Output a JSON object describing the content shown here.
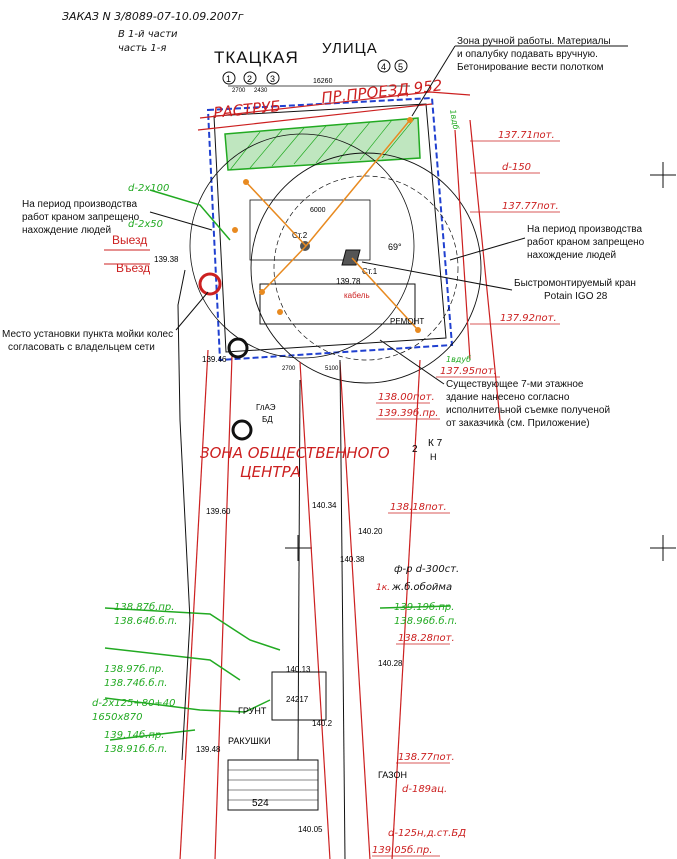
{
  "header": {
    "order_line": "ЗАКАЗ N 3/8089-07-10.09.2007г",
    "volume_line": "В 1-й части",
    "part_line": "часть 1-я"
  },
  "streets": {
    "street_a": "ТКАЦКАЯ",
    "street_b": "УЛИЦА",
    "passage": "ПР.ПРОЕЗД 952",
    "rastrub": "РАСТРУБ",
    "public_center_1": "ЗОНА ОБЩЕСТВЕННОГО",
    "public_center_2": "ЦЕНТРА"
  },
  "notes": {
    "manual_zone": [
      "Зона ручной работы. Материалы",
      "и опалубку подавать вручную.",
      "Бетонирование вести полотком"
    ],
    "crane_ban_left": [
      "На период производства",
      "работ краном запрещено",
      "нахождение людей"
    ],
    "crane_ban_right": [
      "На период производства",
      "работ краном запрещено",
      "нахождение людей"
    ],
    "crane_type": [
      "Быстромонтируемый кран",
      "Potain IGO 28"
    ],
    "wash_site": [
      "Место установки пункта мойки колес",
      "согласовать с владельцем сети"
    ],
    "existing_building": [
      "Существующее 7-ми этажное",
      "здание нанесено согласно",
      "исполнительной съемке полученой",
      "от заказчика (см. Приложение)"
    ]
  },
  "elevations": {
    "e1": "137.71пот.",
    "e2": "d-150",
    "e3": "137.77пот.",
    "e4": "137.92пот.",
    "e5": "137.95пот.",
    "e6": "138.00пот.",
    "e7": "139.39б.пр.",
    "e8": "138.18пот.",
    "e9": "138.28пот.",
    "e10": "138.77пот.",
    "e11": "139.05б.пр.",
    "e12": "d-189ац.",
    "e13": "d-125н,д.ст.БД",
    "e14": "ф-р d-300ст.",
    "e15": "ж.б.обойма",
    "e16": "1к."
  },
  "green_labels": {
    "g1": "138.87б.пр.",
    "g2": "138.64б.б.п.",
    "g3": "138.97б.пр.",
    "g4": "138.74б.б.п.",
    "g5": "d-2х125+80+40",
    "g6": "1650х870",
    "g7": "139.14б.пр.",
    "g8": "138.91б.б.п.",
    "g9": "139.19б.пр.",
    "g10": "138.96б.б.п.",
    "g11": "d-2х100",
    "g12": "d-2х50",
    "g13": "1вдуб",
    "g14": "1вдб"
  },
  "map_text": {
    "exit1": "Выезд",
    "exit2": "Въезд",
    "st1": "Ст.1",
    "st2": "Ст.2",
    "dim_16260": "16260",
    "dim_6000": "6000",
    "dim_2700": "2700",
    "dim_2430": "2430",
    "dim_5100": "5100",
    "dim_2700b": "2700",
    "cab": "кабель",
    "remont": "РЕМОНТ",
    "gruntx": "ГРУНТ",
    "rakushki": "РАКУШКИ",
    "gazon": "ГАЗОН",
    "num_524": "524",
    "num_24217": "24217",
    "angle_69": "69°",
    "bd": "БД",
    "glavd": "ГлАЭ",
    "num_2": "2",
    "k7": "К 7",
    "h": "Н",
    "v13978": "139.78",
    "v13946": "139.46",
    "v13960": "139.60",
    "v14034": "140.34",
    "v14020": "140.20",
    "v14038": "140.38",
    "v14028": "140.28",
    "v14013": "140.13",
    "v1402": "140.2",
    "v13938": "139.38",
    "v13948": "139.48",
    "v14005": "140.05"
  },
  "axis_marks": [
    "1",
    "2",
    "3",
    "4",
    "5"
  ],
  "colors": {
    "red": "#cc2020",
    "green": "#22aa22",
    "blue": "#2040d0",
    "orange": "#e88a20",
    "black": "#111111"
  }
}
